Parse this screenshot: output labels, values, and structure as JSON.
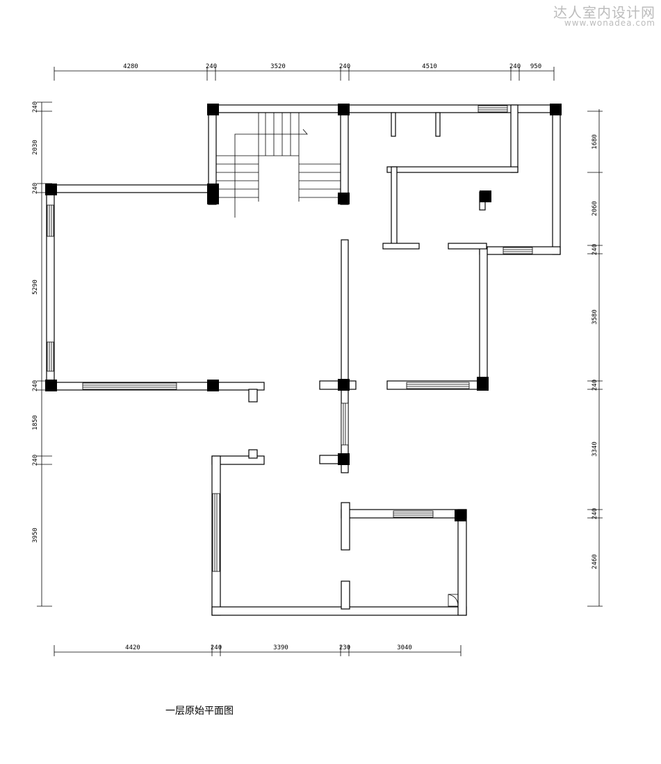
{
  "watermark": {
    "name": "达人室内设计网",
    "url": "www.wonadea.com"
  },
  "caption": "一层原始平面图",
  "dimensions": {
    "top": [
      "4280",
      "240",
      "3520",
      "240",
      "4510",
      "240",
      "950"
    ],
    "bottom": [
      "4420",
      "240",
      "3390",
      "230",
      "3040"
    ],
    "left": [
      "240",
      "2030",
      "240",
      "5290",
      "240",
      "1850",
      "240",
      "3950"
    ],
    "right": [
      "1680",
      "2060",
      "240",
      "3580",
      "240",
      "3340",
      "240",
      "2460"
    ]
  }
}
